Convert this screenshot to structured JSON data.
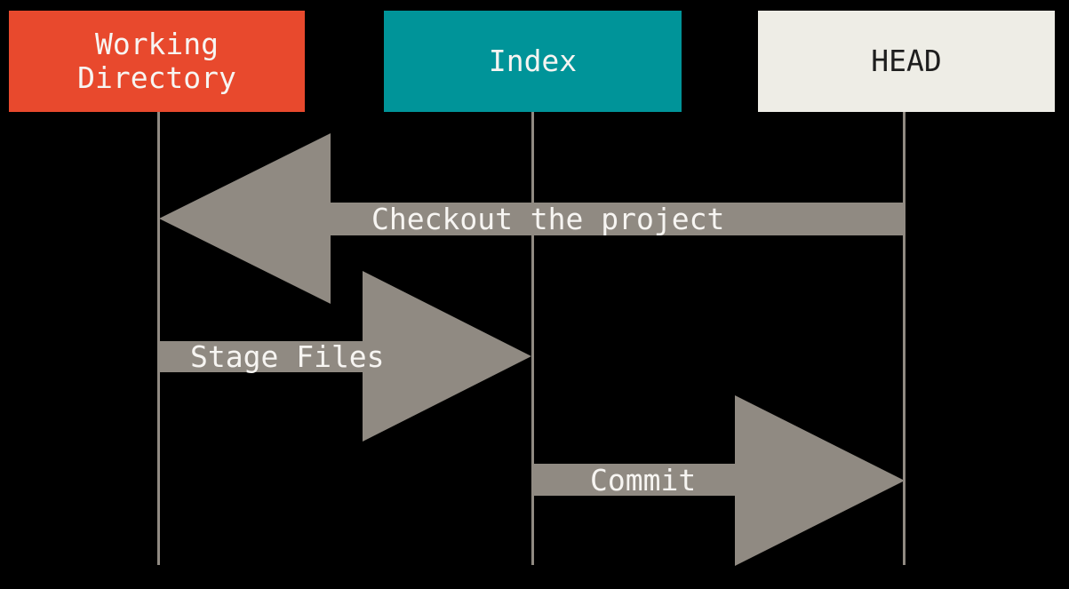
{
  "diagram": {
    "name": "git-staging-workflow-diagram",
    "background_color": "#000000",
    "boxes": {
      "working_directory": {
        "label": "Working\nDirectory",
        "color": "#E8492D",
        "text_color": "#F7F5F2"
      },
      "index": {
        "label": "Index",
        "color": "#009499",
        "text_color": "#F7F5F2"
      },
      "head": {
        "label": "HEAD",
        "color": "#EEEDE6",
        "text_color": "#1E1E1E"
      }
    },
    "lifeline_color": "#908A82",
    "arrow_color": "#908A82",
    "arrows": {
      "checkout": {
        "label": "Checkout the project",
        "from": "HEAD",
        "to": "Working Directory",
        "direction": "left"
      },
      "stage": {
        "label": "Stage Files",
        "from": "Working Directory",
        "to": "Index",
        "direction": "right"
      },
      "commit": {
        "label": "Commit",
        "from": "Index",
        "to": "HEAD",
        "direction": "right"
      }
    }
  }
}
